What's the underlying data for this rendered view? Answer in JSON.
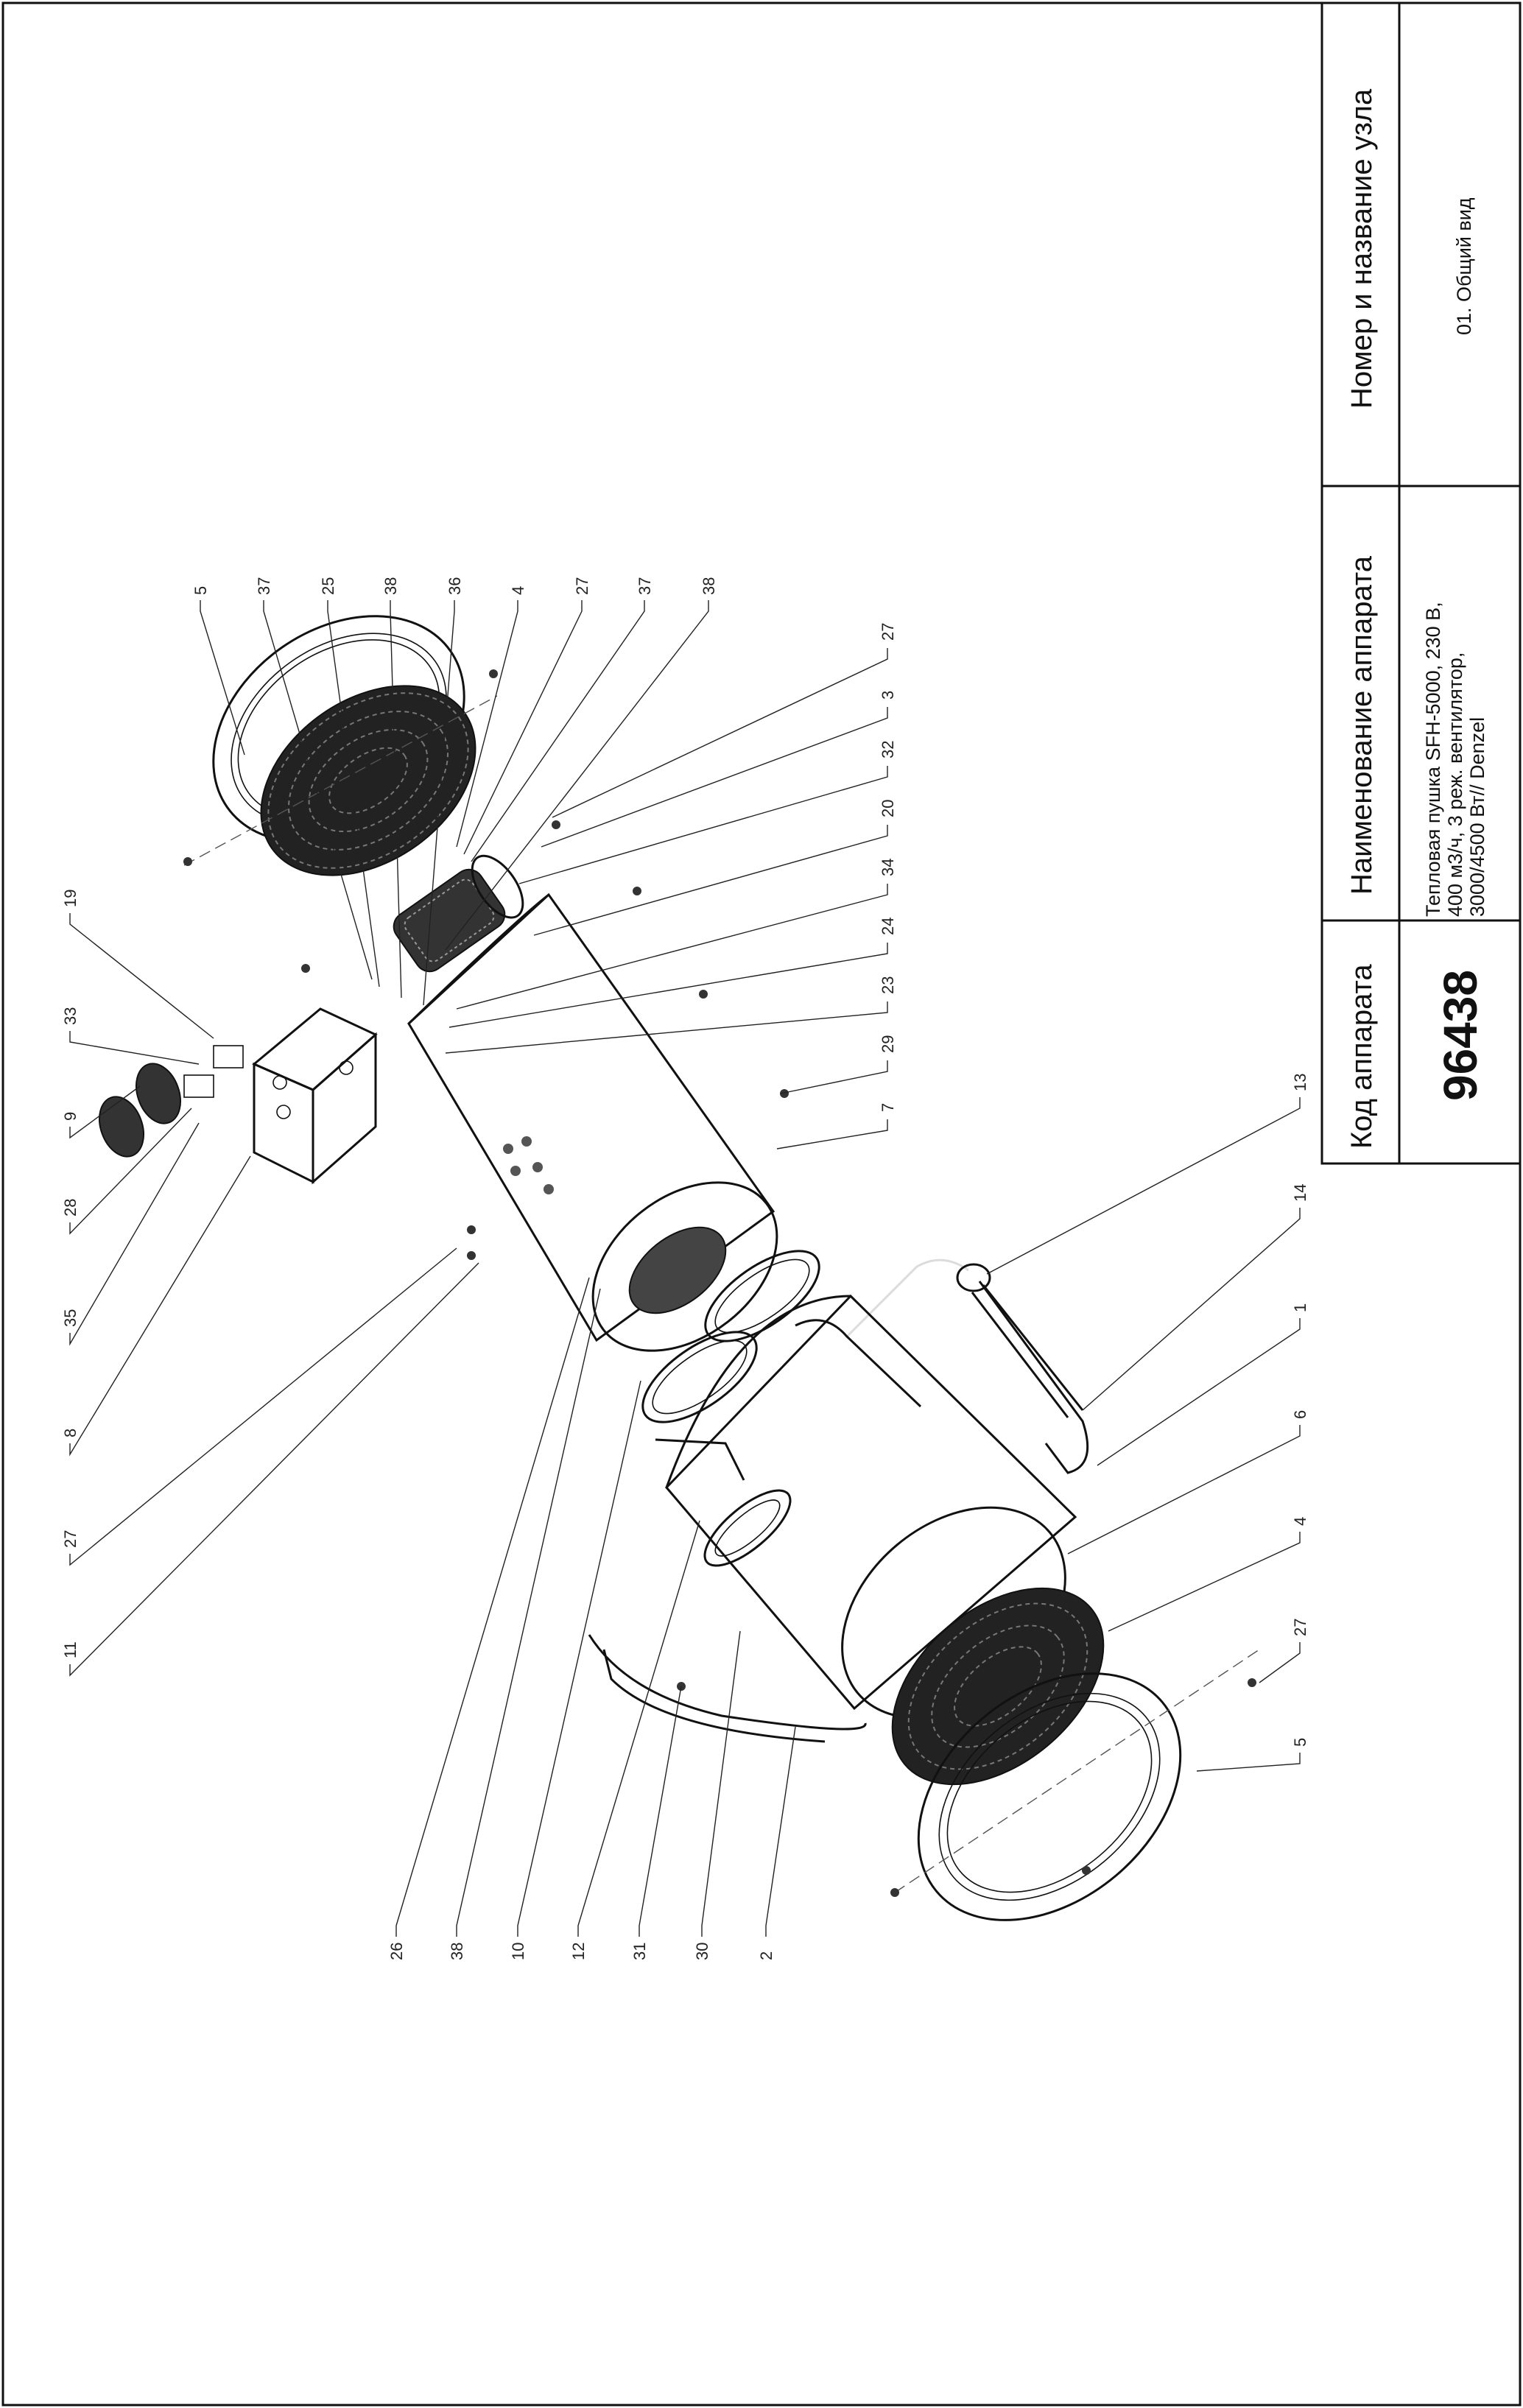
{
  "title_block": {
    "node_header": "Номер и название узла",
    "node_value": "01. Общий вид",
    "name_header": "Наименование аппарата",
    "name_lines": [
      "Тепловая пушка SFH-5000, 230 В,",
      "400 м3/ч, 3 реж. вентилятор,",
      "3000/4500 Вт// Denzel"
    ],
    "code_header": "Код аппарата",
    "code_value": "96438"
  },
  "callouts": {
    "top_row": [
      "5",
      "37",
      "25",
      "38",
      "36",
      "4",
      "27",
      "37",
      "38"
    ],
    "upper_right": [
      "27",
      "3",
      "32",
      "20",
      "34",
      "24",
      "23",
      "29",
      "7"
    ],
    "left_column": [
      "19",
      "33",
      "9",
      "28",
      "35",
      "8",
      "27",
      "11"
    ],
    "right_column": [
      "13",
      "14",
      "1",
      "6",
      "4",
      "27",
      "5"
    ],
    "bottom_row": [
      "26",
      "38",
      "10",
      "12",
      "31",
      "30",
      "2"
    ]
  }
}
